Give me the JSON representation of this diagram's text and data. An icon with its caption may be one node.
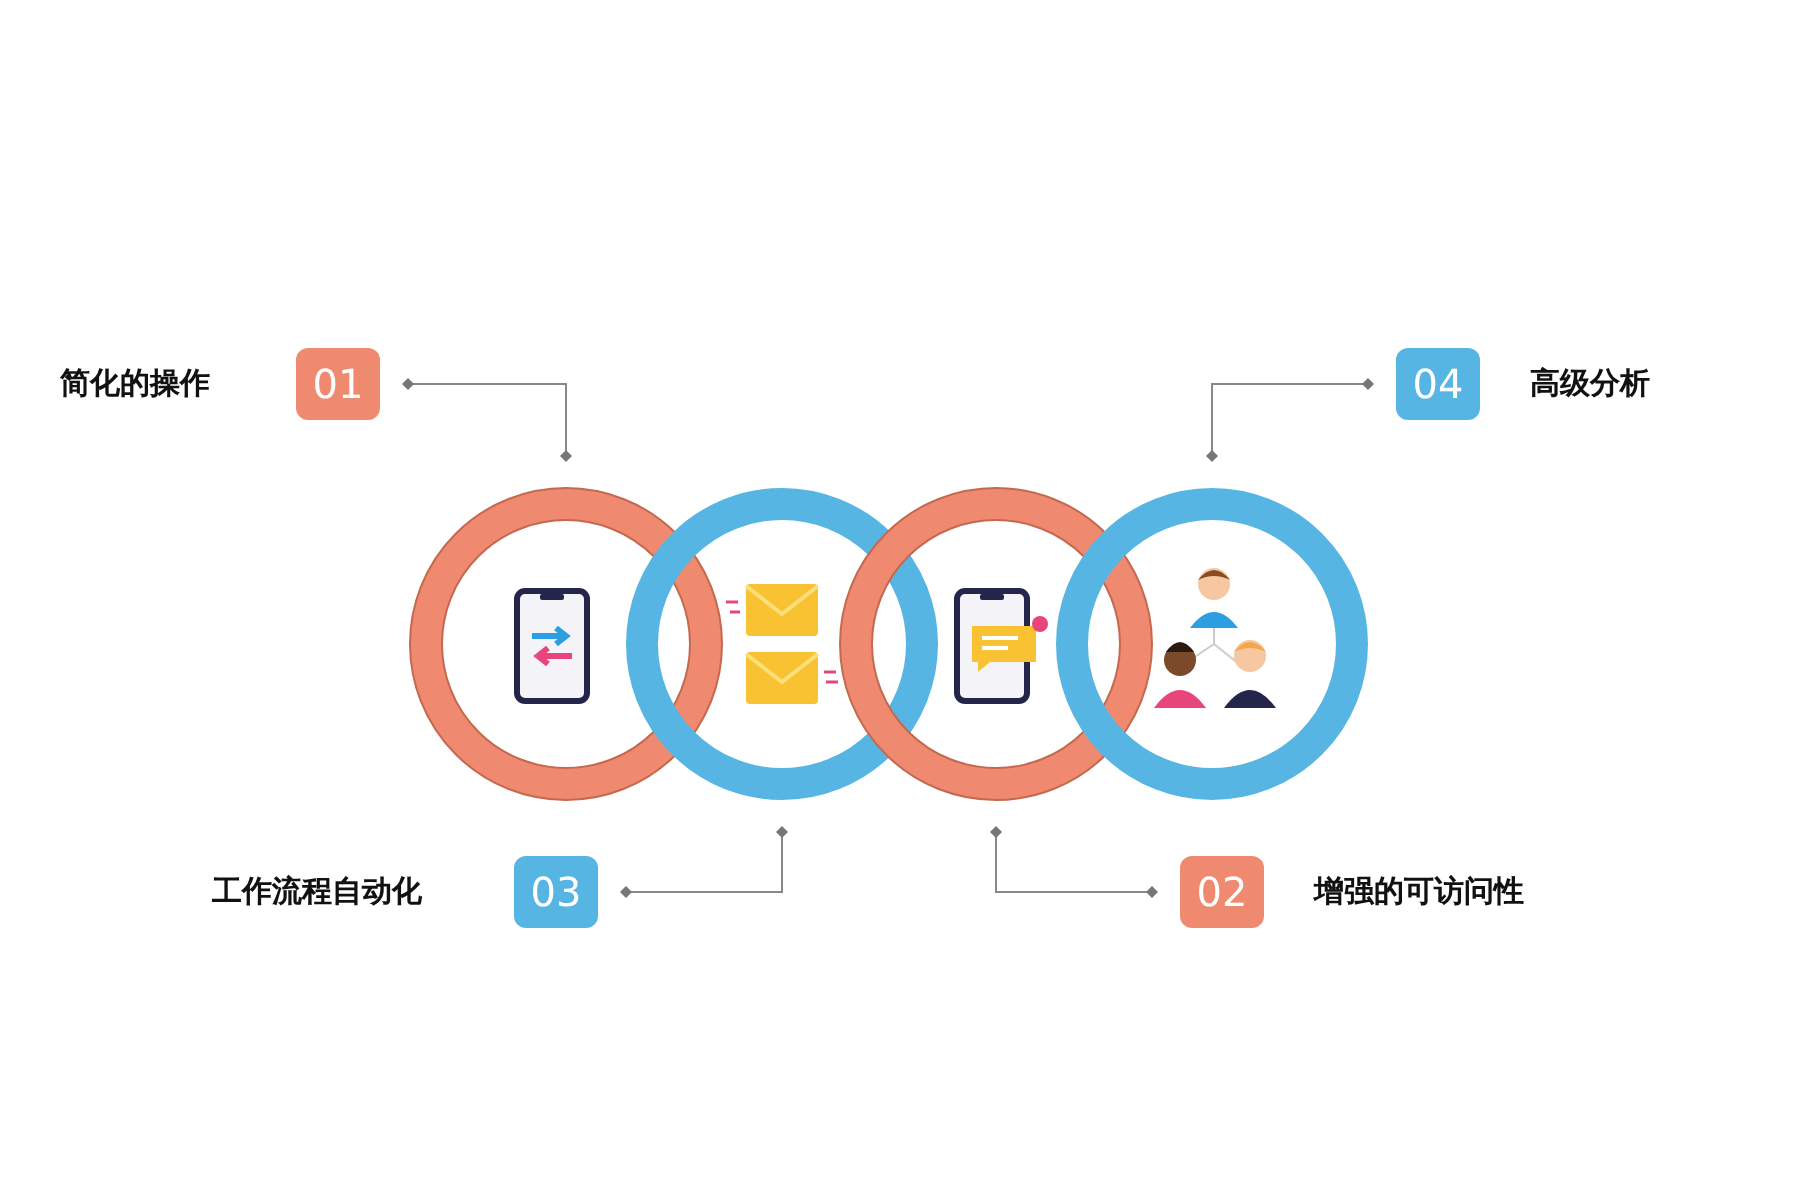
{
  "diagram": {
    "nodes": [
      {
        "text": [],
        "shape": "circle"
      },
      {
        "text": [],
        "shape": "circle"
      },
      {
        "text": [],
        "shape": "circle"
      },
      {
        "text": [],
        "shape": "circle"
      },
      {
        "text": [
          "01"
        ],
        "beside": [
          "简化的操作"
        ]
      },
      {
        "text": [
          "04"
        ],
        "beside": [
          "高级分析"
        ]
      },
      {
        "text": [
          "03"
        ],
        "beside": [
          "工作流程自动化"
        ]
      },
      {
        "text": [
          "02"
        ],
        "beside": [
          "增强的可访问性"
        ]
      }
    ],
    "edges": [
      {
        "from": 4,
        "to": 0,
        "arrow": "other"
      },
      {
        "from": 5,
        "to": 3,
        "arrow": "other"
      },
      {
        "from": 6,
        "to": 1,
        "arrow": "other"
      },
      {
        "from": 7,
        "to": 2,
        "arrow": "other"
      }
    ]
  }
}
